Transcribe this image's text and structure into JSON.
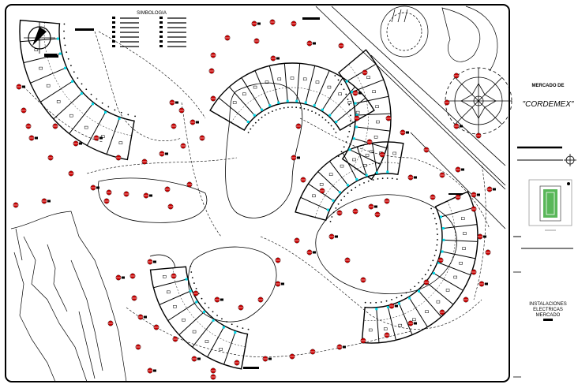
{
  "title_block": {
    "project_line1": "MERCADO DE",
    "project_line2": "\"CORDEMEX\"",
    "sheet_title_line1": "INSTALACIONES",
    "sheet_title_line2": "ELECTRICAS",
    "sheet_title_line3": "MERCADO"
  },
  "legend": {
    "title": "SIMBOLOGIA"
  },
  "colors": {
    "ink": "#000000",
    "symbol_red": "#cc0000",
    "conduit_cyan": "#00d8e8",
    "site_green": "#3caa3c",
    "site_gray": "#9a9a9a"
  },
  "icons": [
    "north-arrow-icon",
    "crosshair-icon",
    "electrical-symbol-icon",
    "compass-rose-icon"
  ]
}
